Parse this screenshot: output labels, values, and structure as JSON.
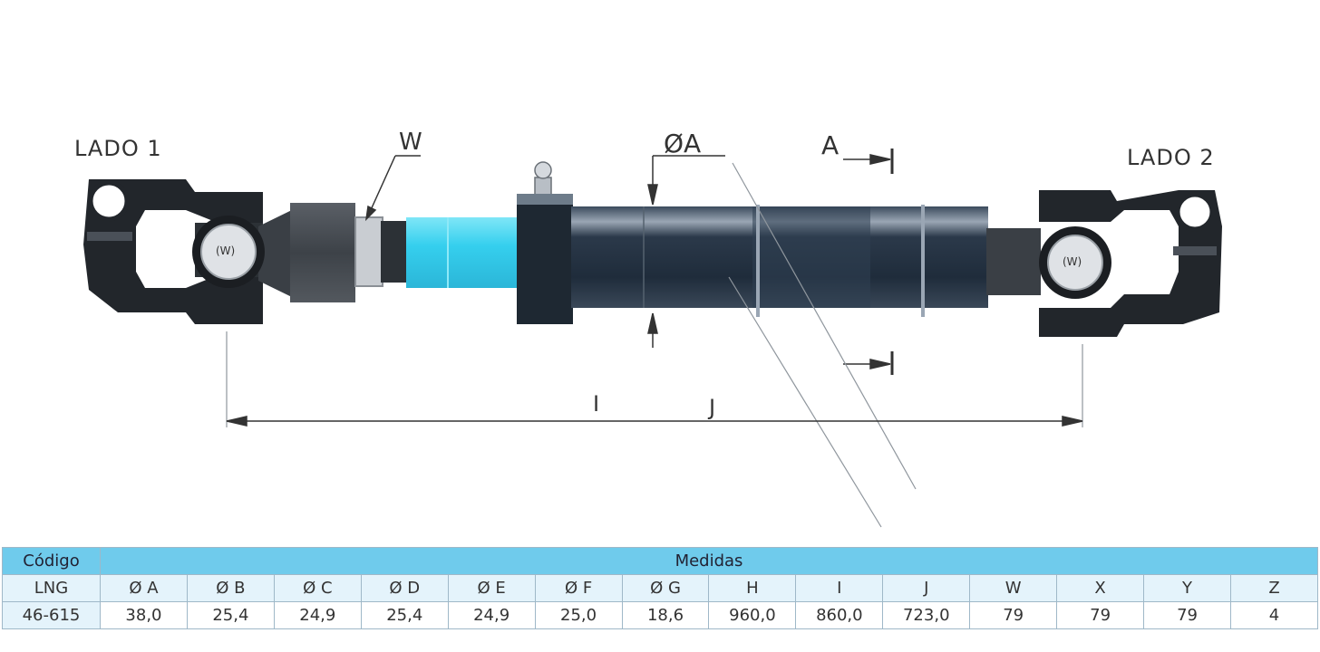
{
  "labels": {
    "side1": "LADO 1",
    "side2": "LADO 2",
    "w": "W",
    "diam_a": "ØA",
    "a": "A",
    "i": "I",
    "j": "J",
    "hub_left": "(W)",
    "hub_right": "(W)"
  },
  "table": {
    "code_header": "Código",
    "measures_header": "Medidas",
    "code": "LNG",
    "part_number": "46-615",
    "columns": [
      "Ø A",
      "Ø B",
      "Ø C",
      "Ø D",
      "Ø E",
      "Ø F",
      "Ø G",
      "H",
      "I",
      "J",
      "W",
      "X",
      "Y",
      "Z"
    ],
    "values": [
      "38,0",
      "25,4",
      "24,9",
      "25,4",
      "24,9",
      "25,0",
      "18,6",
      "960,0",
      "860,0",
      "723,0",
      "79",
      "79",
      "79",
      "4"
    ]
  },
  "colors": {
    "steel_dark": "#1f2328",
    "tube_dark": "#2a3a4c",
    "accent_cyan": "#3fd6f2",
    "table_header": "#6fcbec"
  }
}
